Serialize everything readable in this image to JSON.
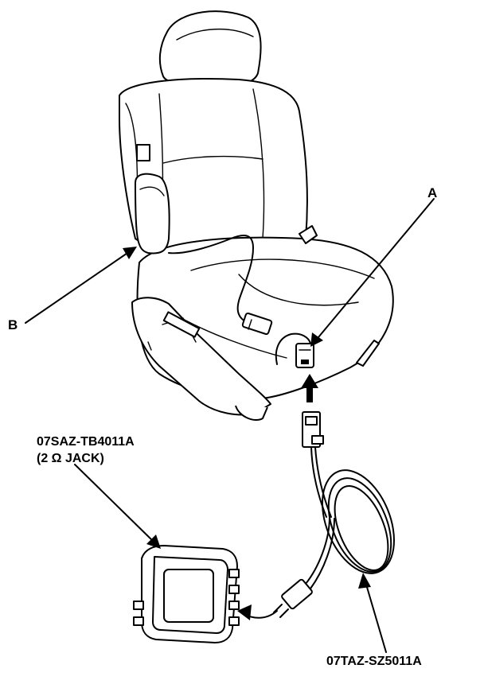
{
  "labels": {
    "connector_a": "A",
    "airbag_b": "B",
    "jack_part_number": "07SAZ-TB4011A",
    "jack_description": "(2 Ω JACK)",
    "harness_part_number": "07TAZ-SZ5011A"
  }
}
